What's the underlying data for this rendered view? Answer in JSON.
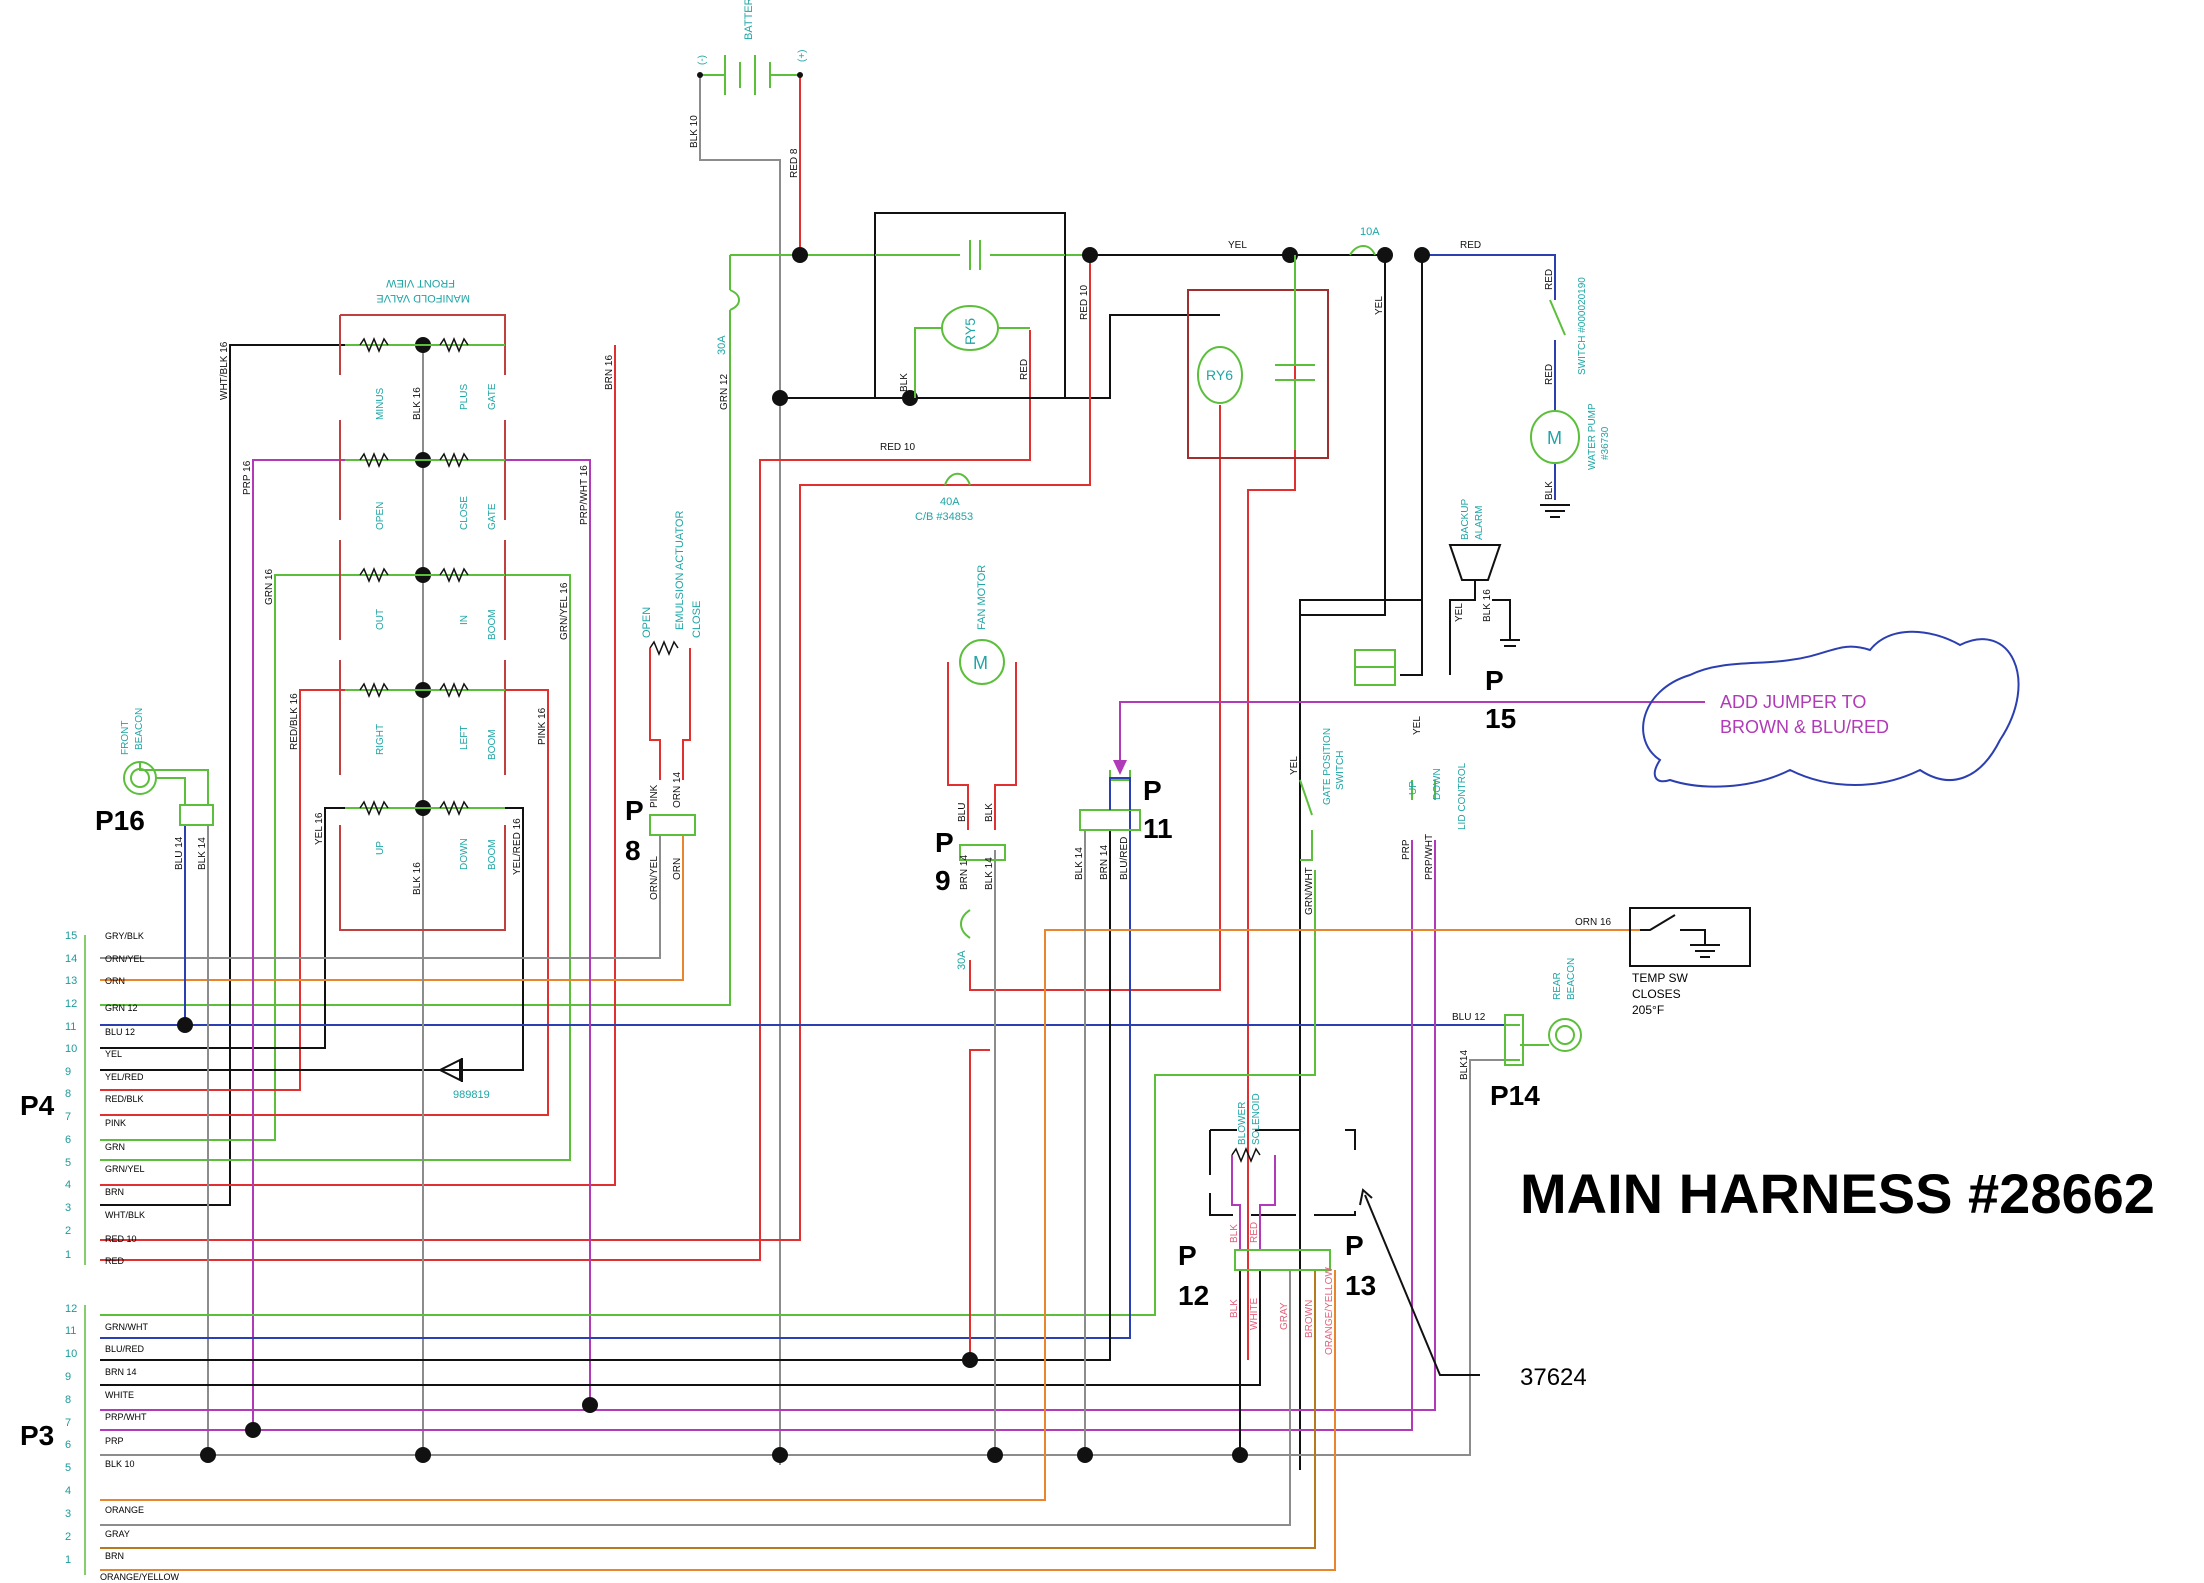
{
  "title": "MAIN HARNESS #28662",
  "callout_number": "37624",
  "note_text_1": "ADD JUMPER TO",
  "note_text_2": "BROWN & BLU/RED",
  "connectors": {
    "p16": "P16",
    "p14": "P14",
    "p4": "P4",
    "p3": "P3",
    "p8a": "P",
    "p8b": "8",
    "p9a": "P",
    "p9b": "9",
    "p11a": "P",
    "p11b": "11",
    "p12a": "P",
    "p12b": "12",
    "p13a": "P",
    "p13b": "13",
    "p15a": "P",
    "p15b": "15"
  },
  "components": {
    "battery": "BATTERY",
    "batt_neg": "(-)",
    "batt_pos": "(+)",
    "ry5": "RY5",
    "ry6": "RY6",
    "fuse_10a": "10A",
    "fuse_30a_top": "30A",
    "fuse_30a_fan": "30A",
    "cb_40a": "40A",
    "cb_40a_part": "C/B #34853",
    "manifold_1": "MANIFOLD VALVE",
    "manifold_2": "FRONT VIEW",
    "emulsion": "EMULSION ACTUATOR",
    "emulsion_open": "OPEN",
    "emulsion_close": "CLOSE",
    "fan_motor": "FAN MOTOR",
    "motor_m": "M",
    "switch_label": "SWITCH #000020190",
    "water_pump_1": "WATER PUMP",
    "water_pump_2": "#36730",
    "backup_1": "BACKUP",
    "backup_2": "ALARM",
    "gate_pos_1": "GATE POSITION",
    "gate_pos_2": "SWITCH",
    "lid_control": "LID CONTROL",
    "lid_up": "UP",
    "lid_down": "DOWN",
    "front_beacon_1": "FRONT",
    "front_beacon_2": "BEACON",
    "rear_beacon_1": "REAR",
    "rear_beacon_2": "BEACON",
    "temp_sw_1": "TEMP SW",
    "temp_sw_2": "CLOSES",
    "temp_sw_3": "205°F",
    "blower_1": "BLOWER",
    "blower_2": "SOLENOID",
    "diode_part": "989819",
    "valve_minus": "MINUS",
    "valve_plus": "PLUS",
    "valve_gate1": "GATE",
    "valve_open": "OPEN",
    "valve_close": "CLOSE",
    "valve_gate2": "GATE",
    "valve_out": "OUT",
    "valve_in": "IN",
    "valve_boom1": "BOOM",
    "valve_right": "RIGHT",
    "valve_left": "LEFT",
    "valve_boom2": "BOOM",
    "valve_up": "UP",
    "valve_down": "DOWN",
    "valve_boom3": "BOOM"
  },
  "wire_labels": {
    "blk10_top": "BLK 10",
    "red8": "RED 8",
    "yel_top": "YEL",
    "red_top": "RED",
    "red10_a": "RED 10",
    "red10_b": "RED 10",
    "blk_ry5": "BLK",
    "red_ry5": "RED",
    "grn12_v": "GRN 12",
    "wht_blk16": "WHT/BLK 16",
    "prp16": "PRP 16",
    "grn16": "GRN 16",
    "red_blk16": "RED/BLK 16",
    "yel16": "YEL 16",
    "blk16_a": "BLK 16",
    "blk16_b": "BLK 16",
    "brn16": "BRN 16",
    "prp_wht16": "PRP/WHT 16",
    "grn_yel16": "GRN/YEL 16",
    "pink16": "PINK 16",
    "yel_red16": "YEL/RED 16",
    "blu14": "BLU 14",
    "blk14": "BLK 14",
    "pink_p8": "PINK",
    "orn14_p8": "ORN 14",
    "orn_yel_p8": "ORN/YEL",
    "orn_p8": "ORN",
    "blu_p9": "BLU",
    "blk_p9": "BLK",
    "brn14_p9": "BRN 14",
    "blk14_p9": "BLK 14",
    "blk14_p11": "BLK 14",
    "brn14_p11": "BRN 14",
    "blu_red_p11": "BLU/RED",
    "yel_right": "YEL",
    "yel_gate": "YEL",
    "grn_wht_gate": "GRN/WHT",
    "red_sw": "RED",
    "red_sw2": "RED",
    "blk_pump": "BLK",
    "yel_alarm": "YEL",
    "blk16_alarm": "BLK 16",
    "yel_lid": "YEL",
    "prp_lid": "PRP",
    "prp_wht_lid": "PRP/WHT",
    "orn16_temp": "ORN 16",
    "blu12_rear": "BLU 12",
    "blk14_rear": "BLK14",
    "blk_blower": "BLK",
    "red_blower": "RED",
    "p12_blk": "BLK",
    "p12_white": "WHITE",
    "p13_gray": "GRAY",
    "p13_brown": "BROWN",
    "p13_oy": "ORANGE/YELLOW"
  },
  "p4_pins": [
    {
      "num": "15",
      "label": "GRY/BLK"
    },
    {
      "num": "14",
      "label": "ORN/YEL"
    },
    {
      "num": "13",
      "label": "ORN"
    },
    {
      "num": "12",
      "label": "GRN 12"
    },
    {
      "num": "11",
      "label": "BLU 12"
    },
    {
      "num": "10",
      "label": "YEL"
    },
    {
      "num": "9",
      "label": "YEL/RED"
    },
    {
      "num": "8",
      "label": "RED/BLK"
    },
    {
      "num": "7",
      "label": "PINK"
    },
    {
      "num": "6",
      "label": "GRN"
    },
    {
      "num": "5",
      "label": "GRN/YEL"
    },
    {
      "num": "4",
      "label": "BRN"
    },
    {
      "num": "3",
      "label": "WHT/BLK"
    },
    {
      "num": "2",
      "label": "RED 10"
    },
    {
      "num": "1",
      "label": "RED"
    }
  ],
  "p3_pins": [
    {
      "num": "12",
      "label": ""
    },
    {
      "num": "11",
      "label": "GRN/WHT"
    },
    {
      "num": "10",
      "label": "BLU/RED"
    },
    {
      "num": "9",
      "label": "BRN 14"
    },
    {
      "num": "8",
      "label": "WHITE"
    },
    {
      "num": "7",
      "label": "PRP/WHT"
    },
    {
      "num": "6",
      "label": "PRP"
    },
    {
      "num": "5",
      "label": "BLK 10"
    },
    {
      "num": "4",
      "label": ""
    },
    {
      "num": "3",
      "label": "ORANGE"
    },
    {
      "num": "2",
      "label": "GRAY"
    },
    {
      "num": "1",
      "label": "BRN"
    },
    {
      "num": "",
      "label": "ORANGE/YELLOW"
    }
  ],
  "colors": {
    "red": "#e03030",
    "green": "#5cbf3c",
    "blue": "#2c3fb0",
    "black": "#111111",
    "gray": "#8c8c8c",
    "orange": "#e9852c",
    "magenta": "#b03ab7",
    "cyan": "#1fa5a5",
    "pink": "#e0607a",
    "brown": "#b57a1e",
    "yellow_wire": "#7a7a7a"
  }
}
